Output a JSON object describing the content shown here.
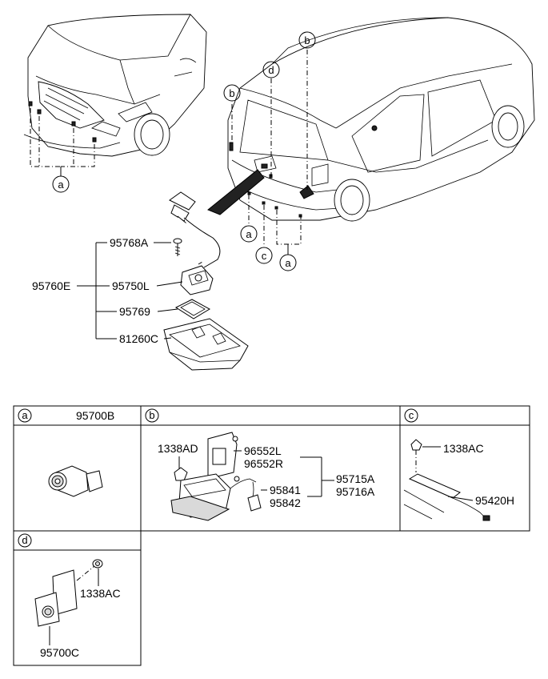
{
  "callouts": {
    "a": "a",
    "b": "b",
    "c": "c",
    "d": "d"
  },
  "main_labels": {
    "p95768A": "95768A",
    "p95760E": "95760E",
    "p95750L": "95750L",
    "p95769": "95769",
    "p81260C": "81260C"
  },
  "table": {
    "cell_a": {
      "letter": "a",
      "part": "95700B"
    },
    "cell_b": {
      "letter": "b",
      "p1338AD": "1338AD",
      "p96552L": "96552L",
      "p96552R": "96552R",
      "p95841": "95841",
      "p95842": "95842",
      "p95715A": "95715A",
      "p95716A": "95716A"
    },
    "cell_c": {
      "letter": "c",
      "p1338AC": "1338AC",
      "p95420H": "95420H"
    },
    "cell_d": {
      "letter": "d",
      "p1338AC": "1338AC",
      "p95700C": "95700C"
    }
  }
}
